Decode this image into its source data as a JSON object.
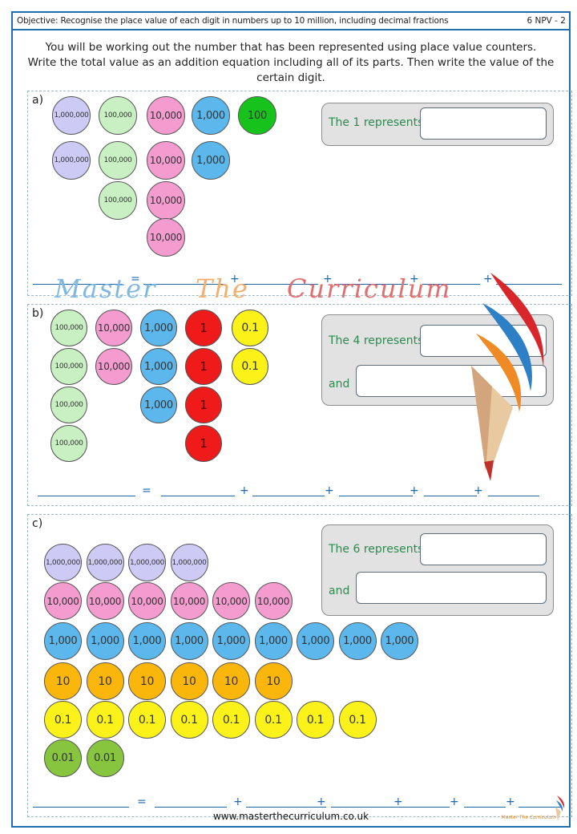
{
  "header": {
    "objective": "Objective: Recognise the place value of each digit in numbers up to 10 million, including decimal fractions",
    "code": "6 NPV - 2"
  },
  "instructions": {
    "line1": "You will be working out the number that has been represented using place value counters.",
    "line2": "Write the total value as an addition equation including all of its parts. Then write the value of the certain digit."
  },
  "sections": {
    "a": {
      "label": "a)",
      "represents": "The 1 represents",
      "counters": {
        "1,000,000": 2,
        "100,000": 3,
        "10,000": 4,
        "1,000": 2,
        "100": 1
      }
    },
    "b": {
      "label": "b)",
      "represents": "The 4 represents",
      "and": "and",
      "counters": {
        "100,000": 4,
        "10,000": 2,
        "1,000": 3,
        "1": 4,
        "0.1": 2
      }
    },
    "c": {
      "label": "c)",
      "represents": "The 6 represents",
      "and": "and",
      "counters": {
        "1,000,000": 4,
        "10,000": 6,
        "1,000": 9,
        "10": 6,
        "0.1": 8,
        "0.01": 2
      }
    }
  },
  "counter_labels": {
    "million": "1,000,000",
    "hundred_thousand": "100,000",
    "ten_thousand": "10,000",
    "thousand": "1,000",
    "hundred": "100",
    "ten": "10",
    "one": "1",
    "tenth": "0.1",
    "hundredth": "0.01"
  },
  "symbols": {
    "equals": "=",
    "plus": "+"
  },
  "watermark": {
    "word1": "Master",
    "word2": "The",
    "word3": "Curriculum"
  },
  "footer": {
    "url": "www.masterthecurriculum.co.uk",
    "brand": "Master The Curriculum"
  },
  "colors": {
    "border": "#1f6fb0",
    "million": "#cdcaf5",
    "hundred_thousand": "#c9f0c3",
    "ten_thousand": "#f49ccf",
    "thousand": "#5bb7ec",
    "hundred": "#17c21c",
    "one": "#ef1a1a",
    "ten": "#fbb60c",
    "tenth": "#fbf21a",
    "hundredth": "#86c53d",
    "panel_text": "#2e8a4e"
  }
}
